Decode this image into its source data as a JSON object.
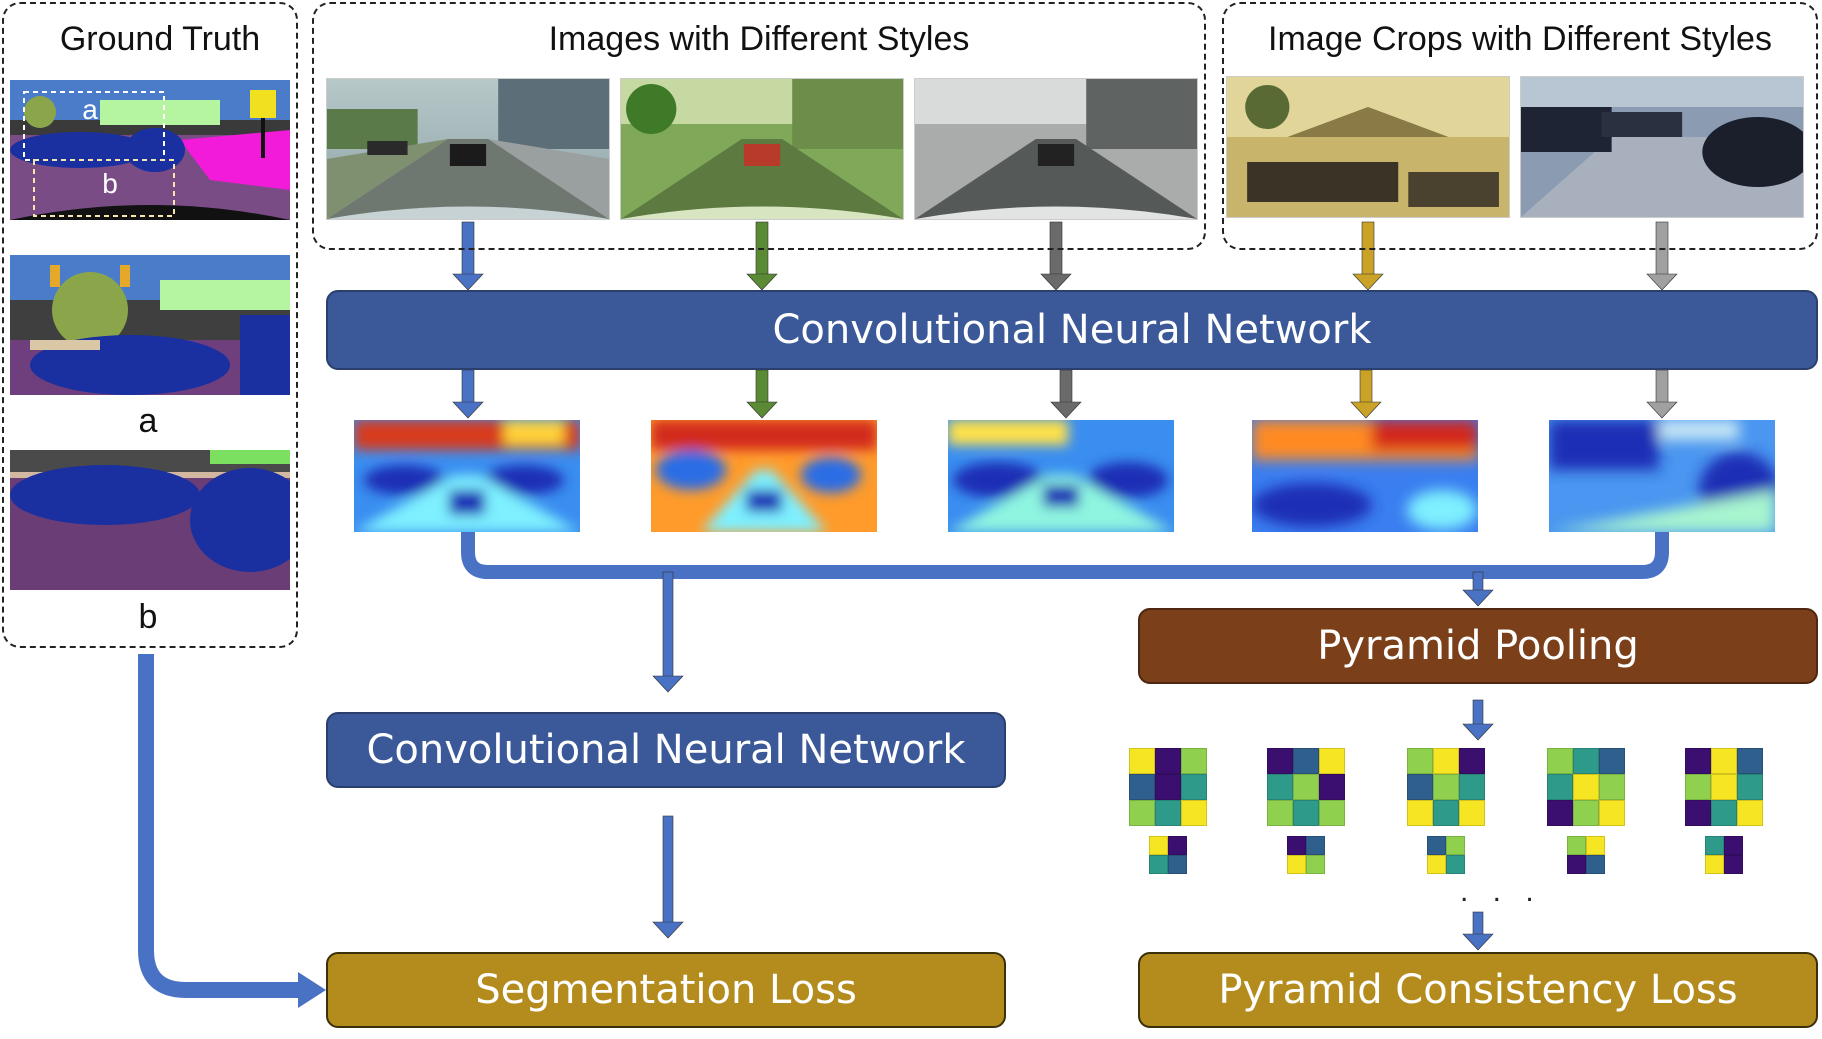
{
  "ground_truth": {
    "title": "Ground Truth",
    "region_a_label": "a",
    "region_b_label": "b",
    "crop_a_caption": "a",
    "crop_b_caption": "b"
  },
  "styled_images": {
    "title": "Images with Different Styles",
    "items": [
      {
        "style": "original",
        "arrow_color": "#4a72c4"
      },
      {
        "style": "green",
        "arrow_color": "#5b8a35"
      },
      {
        "style": "grey",
        "arrow_color": "#6a6a6a"
      }
    ]
  },
  "styled_crops": {
    "title": "Image Crops with Different Styles",
    "items": [
      {
        "style": "yellow",
        "arrow_color": "#c9a227"
      },
      {
        "style": "blue-grey",
        "arrow_color": "#a0a0a0"
      }
    ]
  },
  "blocks": {
    "cnn_top": "Convolutional Neural Network",
    "cnn_bottom": "Convolutional Neural Network",
    "pyramid_pooling": "Pyramid Pooling",
    "segmentation_loss": "Segmentation Loss",
    "pyramid_consistency_loss": "Pyramid Consistency Loss"
  },
  "pyramid_ellipsis": ". . .",
  "colors": {
    "cnn_blue": "#3b5998",
    "pooling_brown": "#7b3f1a",
    "loss_gold": "#b48c1e",
    "flow_arrow": "#4a72c4"
  },
  "pooled_grids": [
    {
      "big": [
        [
          4,
          0,
          3
        ],
        [
          1,
          0,
          2
        ],
        [
          3,
          2,
          4
        ]
      ],
      "small": [
        [
          4,
          0
        ],
        [
          2,
          1
        ]
      ]
    },
    {
      "big": [
        [
          0,
          1,
          4
        ],
        [
          2,
          3,
          0
        ],
        [
          3,
          2,
          3
        ]
      ],
      "small": [
        [
          0,
          1
        ],
        [
          4,
          3
        ]
      ]
    },
    {
      "big": [
        [
          3,
          4,
          0
        ],
        [
          1,
          3,
          2
        ],
        [
          4,
          2,
          4
        ]
      ],
      "small": [
        [
          1,
          3
        ],
        [
          4,
          2
        ]
      ]
    },
    {
      "big": [
        [
          3,
          2,
          1
        ],
        [
          2,
          4,
          3
        ],
        [
          0,
          3,
          4
        ]
      ],
      "small": [
        [
          3,
          4
        ],
        [
          0,
          1
        ]
      ]
    },
    {
      "big": [
        [
          0,
          4,
          1
        ],
        [
          3,
          4,
          2
        ],
        [
          0,
          2,
          4
        ]
      ],
      "small": [
        [
          2,
          0
        ],
        [
          4,
          0
        ]
      ]
    }
  ]
}
